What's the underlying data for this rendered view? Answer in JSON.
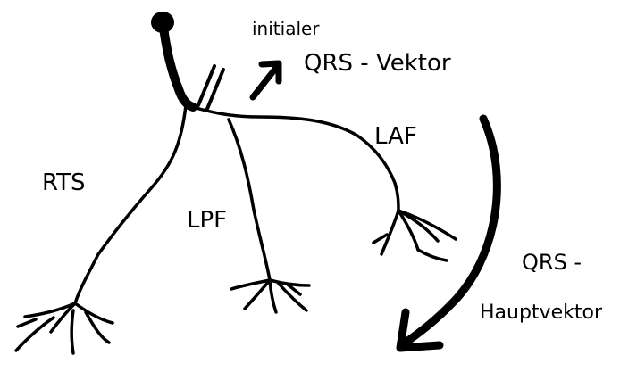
{
  "labels": {
    "initial_small": "initialer",
    "initial_vector": "QRS - Vektor",
    "laf": "LAF",
    "rts": "RTS",
    "lpf": "LPF",
    "main_top": "QRS -",
    "main_bottom": "Hauptvektor"
  },
  "colors": {
    "stroke": "#000000",
    "background": "#ffffff"
  }
}
